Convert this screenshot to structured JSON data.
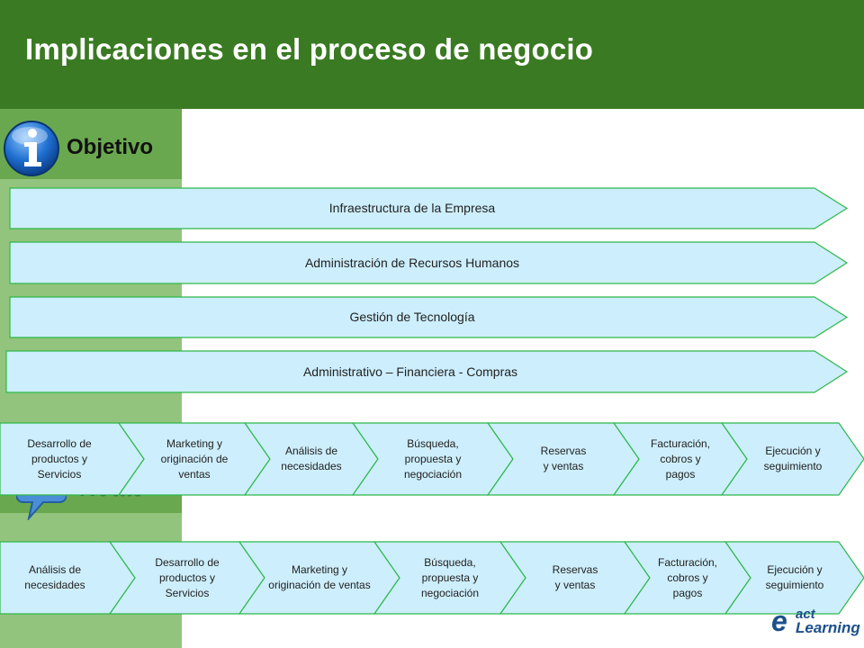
{
  "header": {
    "title": "Implicaciones en el proceso de negocio"
  },
  "sidebar": {
    "objective_label": "Objetivo",
    "notes_label": "Notas"
  },
  "support_activities": [
    "Infraestructura de la Empresa",
    "Administración de Recursos Humanos",
    "Gestión de Tecnología",
    "Administrativo – Financiera - Compras"
  ],
  "chain_1": [
    [
      "Desarrollo de",
      "productos y",
      "Servicios"
    ],
    [
      "Marketing y",
      "originación de ventas"
    ],
    [
      "Análisis de",
      "necesidades"
    ],
    [
      "Búsqueda,",
      "propuesta y",
      "negociación"
    ],
    [
      "Reservas",
      "y ventas"
    ],
    [
      "Facturación,",
      "cobros y",
      "pagos"
    ],
    [
      "Ejecución y",
      "seguimiento"
    ]
  ],
  "chain_2": [
    [
      "Análisis de",
      "necesidades"
    ],
    [
      "Desarrollo de",
      "productos y",
      "Servicios"
    ],
    [
      "Marketing y",
      "originación de ventas"
    ],
    [
      "Búsqueda,",
      "propuesta y",
      "negociación"
    ],
    [
      "Reservas",
      "y ventas"
    ],
    [
      "Facturación,",
      "cobros y",
      "pagos"
    ],
    [
      "Ejecución y",
      "seguimiento"
    ]
  ],
  "logo": {
    "mark": "e",
    "line1": "act",
    "line2": "Learning"
  },
  "colors": {
    "header_green": "#3a7a23",
    "sidebar_green": "#93c47d",
    "shape_fill": "#cdeefc",
    "shape_stroke": "#2eb84a",
    "logo_blue": "#1c4f8c"
  }
}
